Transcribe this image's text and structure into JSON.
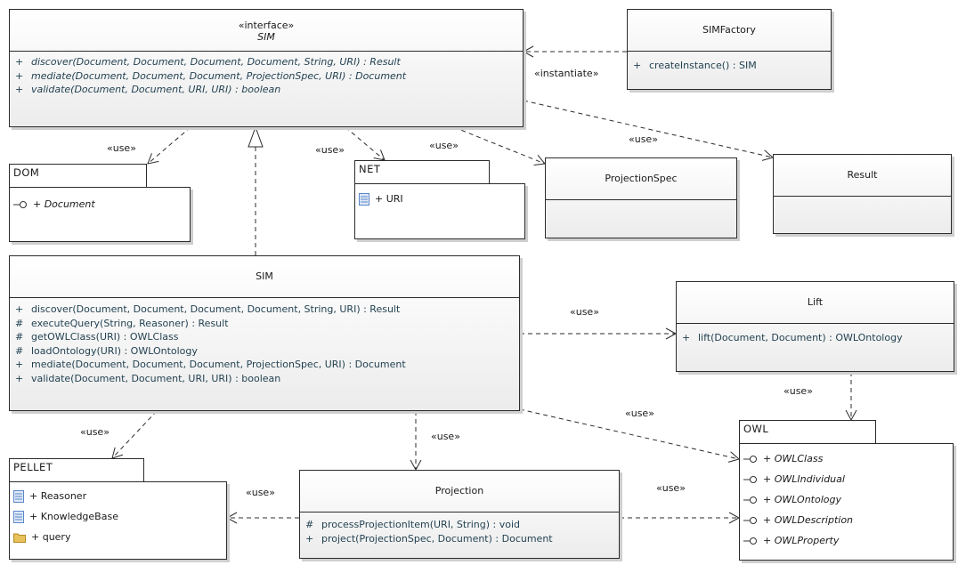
{
  "sim_interface": {
    "stereotype": "«interface»",
    "name": "SIM",
    "ops": [
      {
        "vis": "+",
        "text": "discover(Document, Document, Document, Document, String, URI) : Result"
      },
      {
        "vis": "+",
        "text": "mediate(Document, Document, Document, ProjectionSpec, URI) : Document"
      },
      {
        "vis": "+",
        "text": "validate(Document, Document, URI, URI) : boolean"
      }
    ]
  },
  "sim_factory": {
    "name": "SIMFactory",
    "ops": [
      {
        "vis": "+",
        "text": "createInstance() : SIM"
      }
    ]
  },
  "sim_class": {
    "name": "SIM",
    "ops": [
      {
        "vis": "+",
        "text": "discover(Document, Document, Document, Document, String, URI) : Result"
      },
      {
        "vis": "#",
        "text": "executeQuery(String, Reasoner) : Result"
      },
      {
        "vis": "#",
        "text": "getOWLClass(URI) : OWLClass"
      },
      {
        "vis": "#",
        "text": "loadOntology(URI) : OWLOntology"
      },
      {
        "vis": "+",
        "text": "mediate(Document, Document, Document, ProjectionSpec, URI) : Document"
      },
      {
        "vis": "+",
        "text": "validate(Document, Document, URI, URI) : boolean"
      }
    ]
  },
  "projection_spec": {
    "name": "ProjectionSpec"
  },
  "result": {
    "name": "Result"
  },
  "lift": {
    "name": "Lift",
    "ops": [
      {
        "vis": "+",
        "text": "lift(Document, Document) : OWLOntology"
      }
    ]
  },
  "projection": {
    "name": "Projection",
    "ops": [
      {
        "vis": "#",
        "text": "processProjectionItem(URI, String) : void"
      },
      {
        "vis": "+",
        "text": "project(ProjectionSpec, Document) : Document"
      }
    ]
  },
  "dom_pkg": {
    "name": "DOM",
    "items": [
      "+ Document"
    ]
  },
  "net_pkg": {
    "name": "NET",
    "items": [
      "+ URI"
    ]
  },
  "pellet_pkg": {
    "name": "PELLET",
    "items": [
      "+ Reasoner",
      "+ KnowledgeBase",
      "+ query"
    ]
  },
  "owl_pkg": {
    "name": "OWL",
    "items": [
      "+ OWLClass",
      "+ OWLIndividual",
      "+ OWLOntology",
      "+ OWLDescription",
      "+ OWLProperty"
    ]
  },
  "labels": {
    "instantiate": "«instantiate»",
    "use": "«use»"
  },
  "colors": {
    "line": "#2b2b2b",
    "text": "#1f3f4f",
    "folder": "#e8c15a",
    "listIcon": "#5a86c8"
  }
}
